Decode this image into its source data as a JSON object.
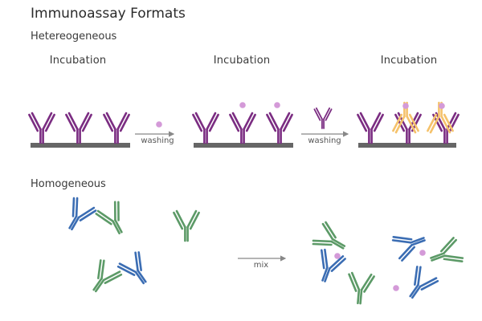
{
  "title": "Immunoassay Formats",
  "heterogeneous": {
    "label": "Hetereogeneous",
    "steps": [
      {
        "label": "Incubation"
      },
      {
        "label": "Incubation"
      },
      {
        "label": "Incubation"
      }
    ],
    "arrows": [
      {
        "label": "washing"
      },
      {
        "label": "washing"
      }
    ]
  },
  "homogeneous": {
    "label": "Homogeneous",
    "arrow": {
      "label": "mix"
    }
  },
  "colors": {
    "capture_antibody": "#7b2d82",
    "detection_antibody": "#f5c26b",
    "antigen": "#d49ad8",
    "surface": "#666666",
    "blue_antibody": "#3b6db3",
    "green_antibody": "#5c9a67",
    "arrow": "#888888"
  }
}
